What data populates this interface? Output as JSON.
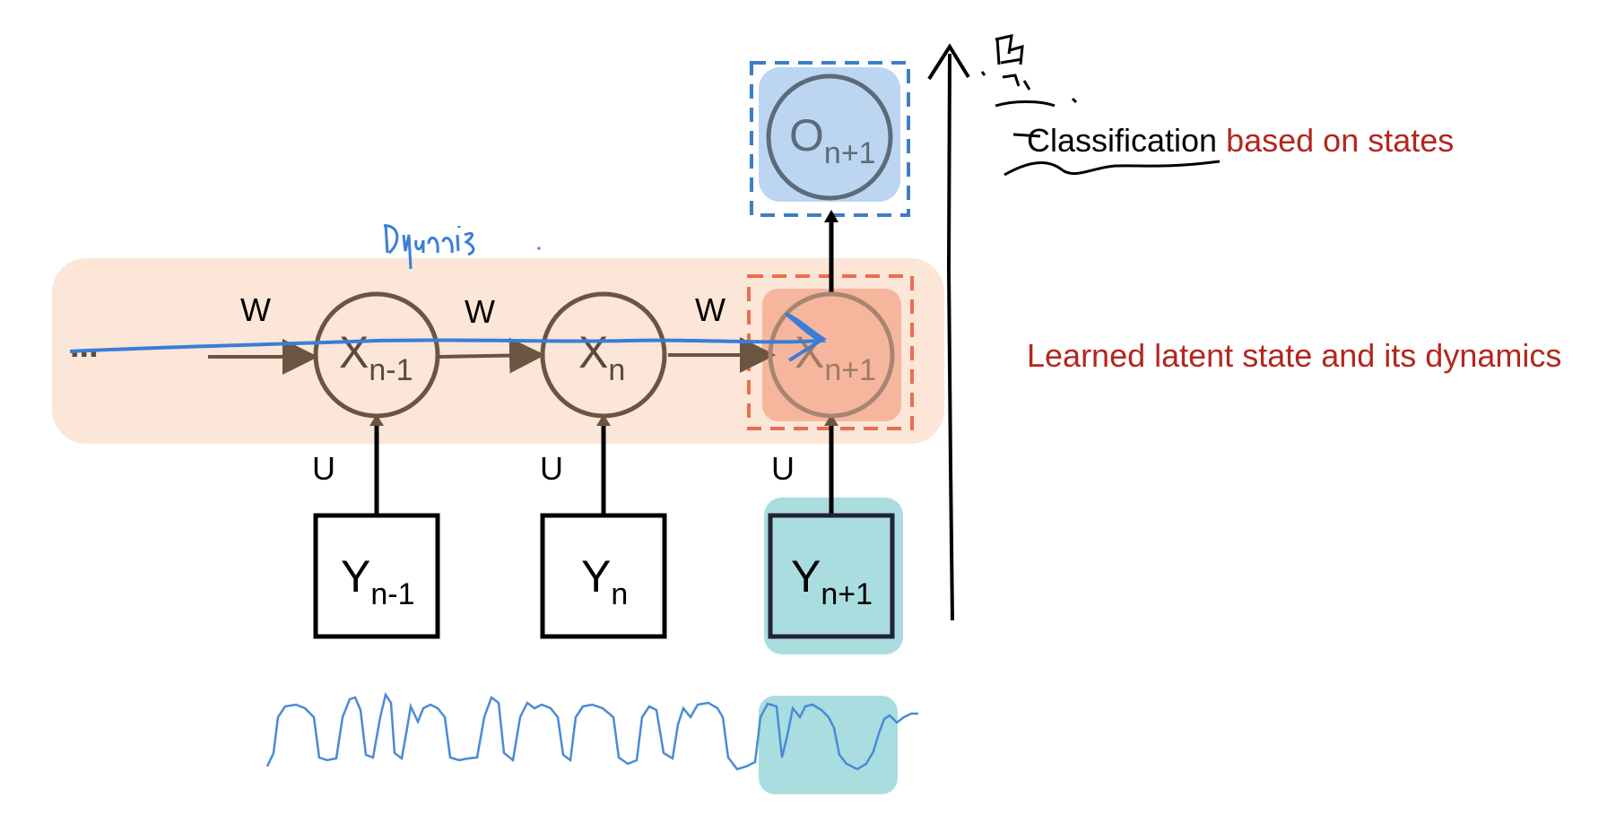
{
  "diagram": {
    "states": [
      {
        "main": "X",
        "sub": "n-1"
      },
      {
        "main": "X",
        "sub": "n"
      },
      {
        "main": "X",
        "sub": "n+1"
      }
    ],
    "inputs": [
      {
        "main": "Y",
        "sub": "n-1"
      },
      {
        "main": "Y",
        "sub": "n"
      },
      {
        "main": "Y",
        "sub": "n+1"
      }
    ],
    "output": {
      "main": "O",
      "sub": "n+1"
    },
    "ellipsis": "...",
    "weight_w": "W",
    "weight_u": "U"
  },
  "annotations": {
    "classification_black": "Classification",
    "classification_red": " based on states",
    "latent_state": "Learned latent state and its dynamics"
  },
  "colors": {
    "latent_band": "#fbe6d7",
    "highlight_red": "#f4a58a",
    "dashed_red": "#ee6c4d",
    "input_teal": "#a9dde0",
    "output_blue": "#bcd6f2",
    "dashed_blue": "#3d7fc4",
    "ink_blue": "#3b7dd8",
    "node_brown": "#6b5442"
  }
}
